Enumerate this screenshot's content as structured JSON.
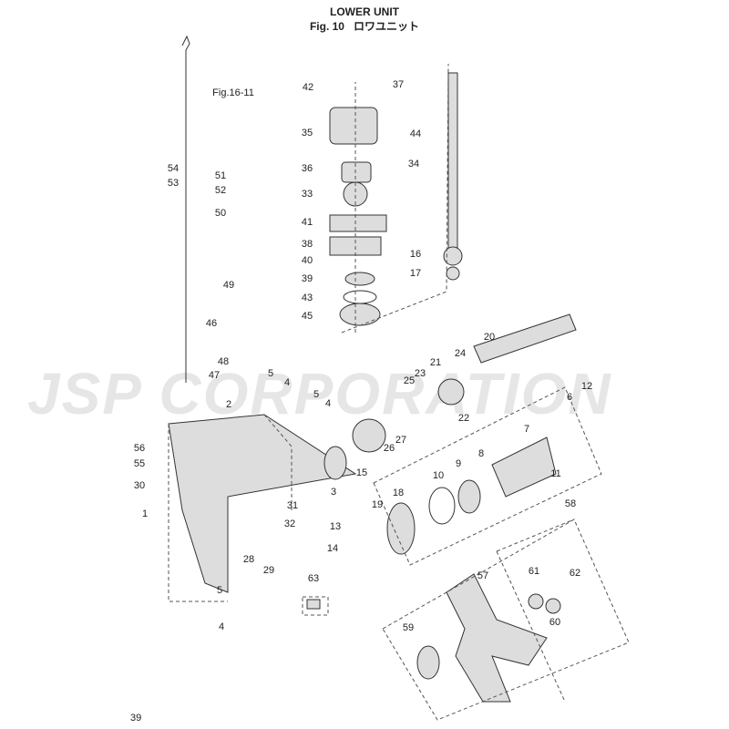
{
  "header": {
    "title": "LOWER UNIT",
    "figure": "Fig. 10",
    "figure_jp": "ロワユニット"
  },
  "watermark": "JSP CORPORATION",
  "reference": "Fig.16-11",
  "labels": [
    "42",
    "37",
    "35",
    "44",
    "36",
    "34",
    "33",
    "41",
    "38",
    "16",
    "40",
    "17",
    "39",
    "43",
    "45",
    "54",
    "51",
    "53",
    "52",
    "50",
    "49",
    "46",
    "48",
    "47",
    "20",
    "24",
    "21",
    "23",
    "25",
    "5",
    "4",
    "5",
    "4",
    "12",
    "6",
    "2",
    "22",
    "56",
    "55",
    "30",
    "1",
    "26",
    "27",
    "15",
    "3",
    "7",
    "8",
    "9",
    "10",
    "11",
    "31",
    "32",
    "13",
    "19",
    "18",
    "28",
    "29",
    "14",
    "58",
    "5",
    "4",
    "63",
    "57",
    "61",
    "62",
    "60",
    "59"
  ],
  "page_number": "39"
}
